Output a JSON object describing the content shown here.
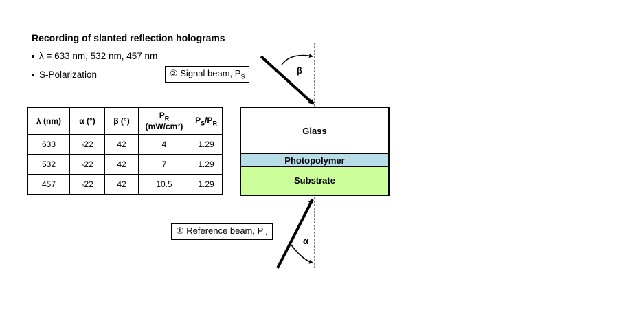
{
  "title": "Recording of slanted reflection holograms",
  "bullets": [
    "λ = 633 nm, 532 nm, 457 nm",
    "S-Polarization"
  ],
  "table": {
    "headers": [
      "λ (nm)",
      "α (°)",
      "β (°)",
      "P",
      "R",
      "(mW/cm²)",
      "P",
      "S",
      "/P",
      "R"
    ],
    "rows": [
      [
        "633",
        "-22",
        "42",
        "4",
        "1.29"
      ],
      [
        "532",
        "-22",
        "42",
        "7",
        "1.29"
      ],
      [
        "457",
        "-22",
        "42",
        "10.5",
        "1.29"
      ]
    ]
  },
  "layers": {
    "glass": "Glass",
    "photopolymer": "Photopolymer",
    "substrate": "Substrate"
  },
  "signal_beam": {
    "label": "② Signal beam, P",
    "sub": "S"
  },
  "reference_beam": {
    "label": "① Reference beam, P",
    "sub": "R"
  },
  "angles": {
    "beta": "β",
    "alpha": "α"
  },
  "colors": {
    "photopolymer": "#b7dde8",
    "substrate": "#ccff99"
  }
}
